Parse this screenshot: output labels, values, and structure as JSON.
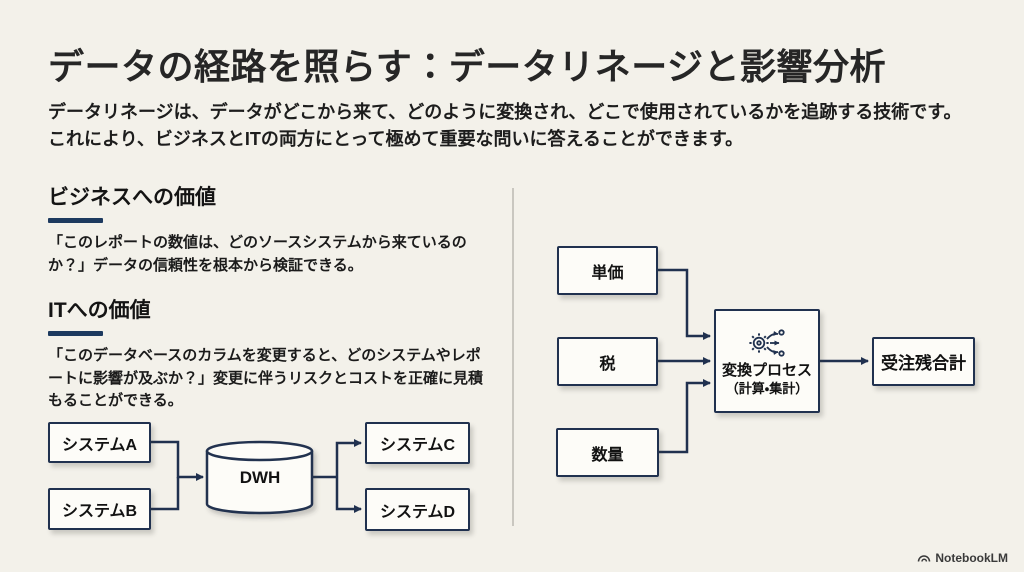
{
  "slide": {
    "title": "データの経路を照らす：データリネージと影響分析",
    "subtitle": "データリネージは、データがどこから来て、どのように変換され、どこで使用されているかを追跡する技術です。これにより、ビジネスとITの両方にとって極めて重要な問いに答えることができます。",
    "colors": {
      "background": "#f3f1ea",
      "box_fill": "#fdfcf8",
      "box_border": "#20314f",
      "accent_underline": "#1d3a5f",
      "divider": "#c9c7c0",
      "text": "#1f1f1f"
    }
  },
  "sections": {
    "business": {
      "heading": "ビジネスへの価値",
      "body": "「このレポートの数値は、どのソースシステムから来ているのか？」データの信頼性を根本から検証できる。"
    },
    "it": {
      "heading": "ITへの価値",
      "body": "「このデータベースのカラムを変更すると、どのシステムやレポートに影響が及ぶか？」変更に伴うリスクとコストを正確に見積もることができる。"
    }
  },
  "lineage_diagram": {
    "sources": [
      "システムA",
      "システムB"
    ],
    "warehouse": "DWH",
    "consumers": [
      "システムC",
      "システムD"
    ]
  },
  "impact_diagram": {
    "inputs": [
      "単価",
      "税",
      "数量"
    ],
    "process": {
      "label": "変換プロセス",
      "sublabel": "（計算・集計）",
      "icon": "gear-transform-icon"
    },
    "output": "受注残合計"
  },
  "footer": {
    "brand": "NotebookLM",
    "icon": "notebooklm-logo-icon"
  }
}
